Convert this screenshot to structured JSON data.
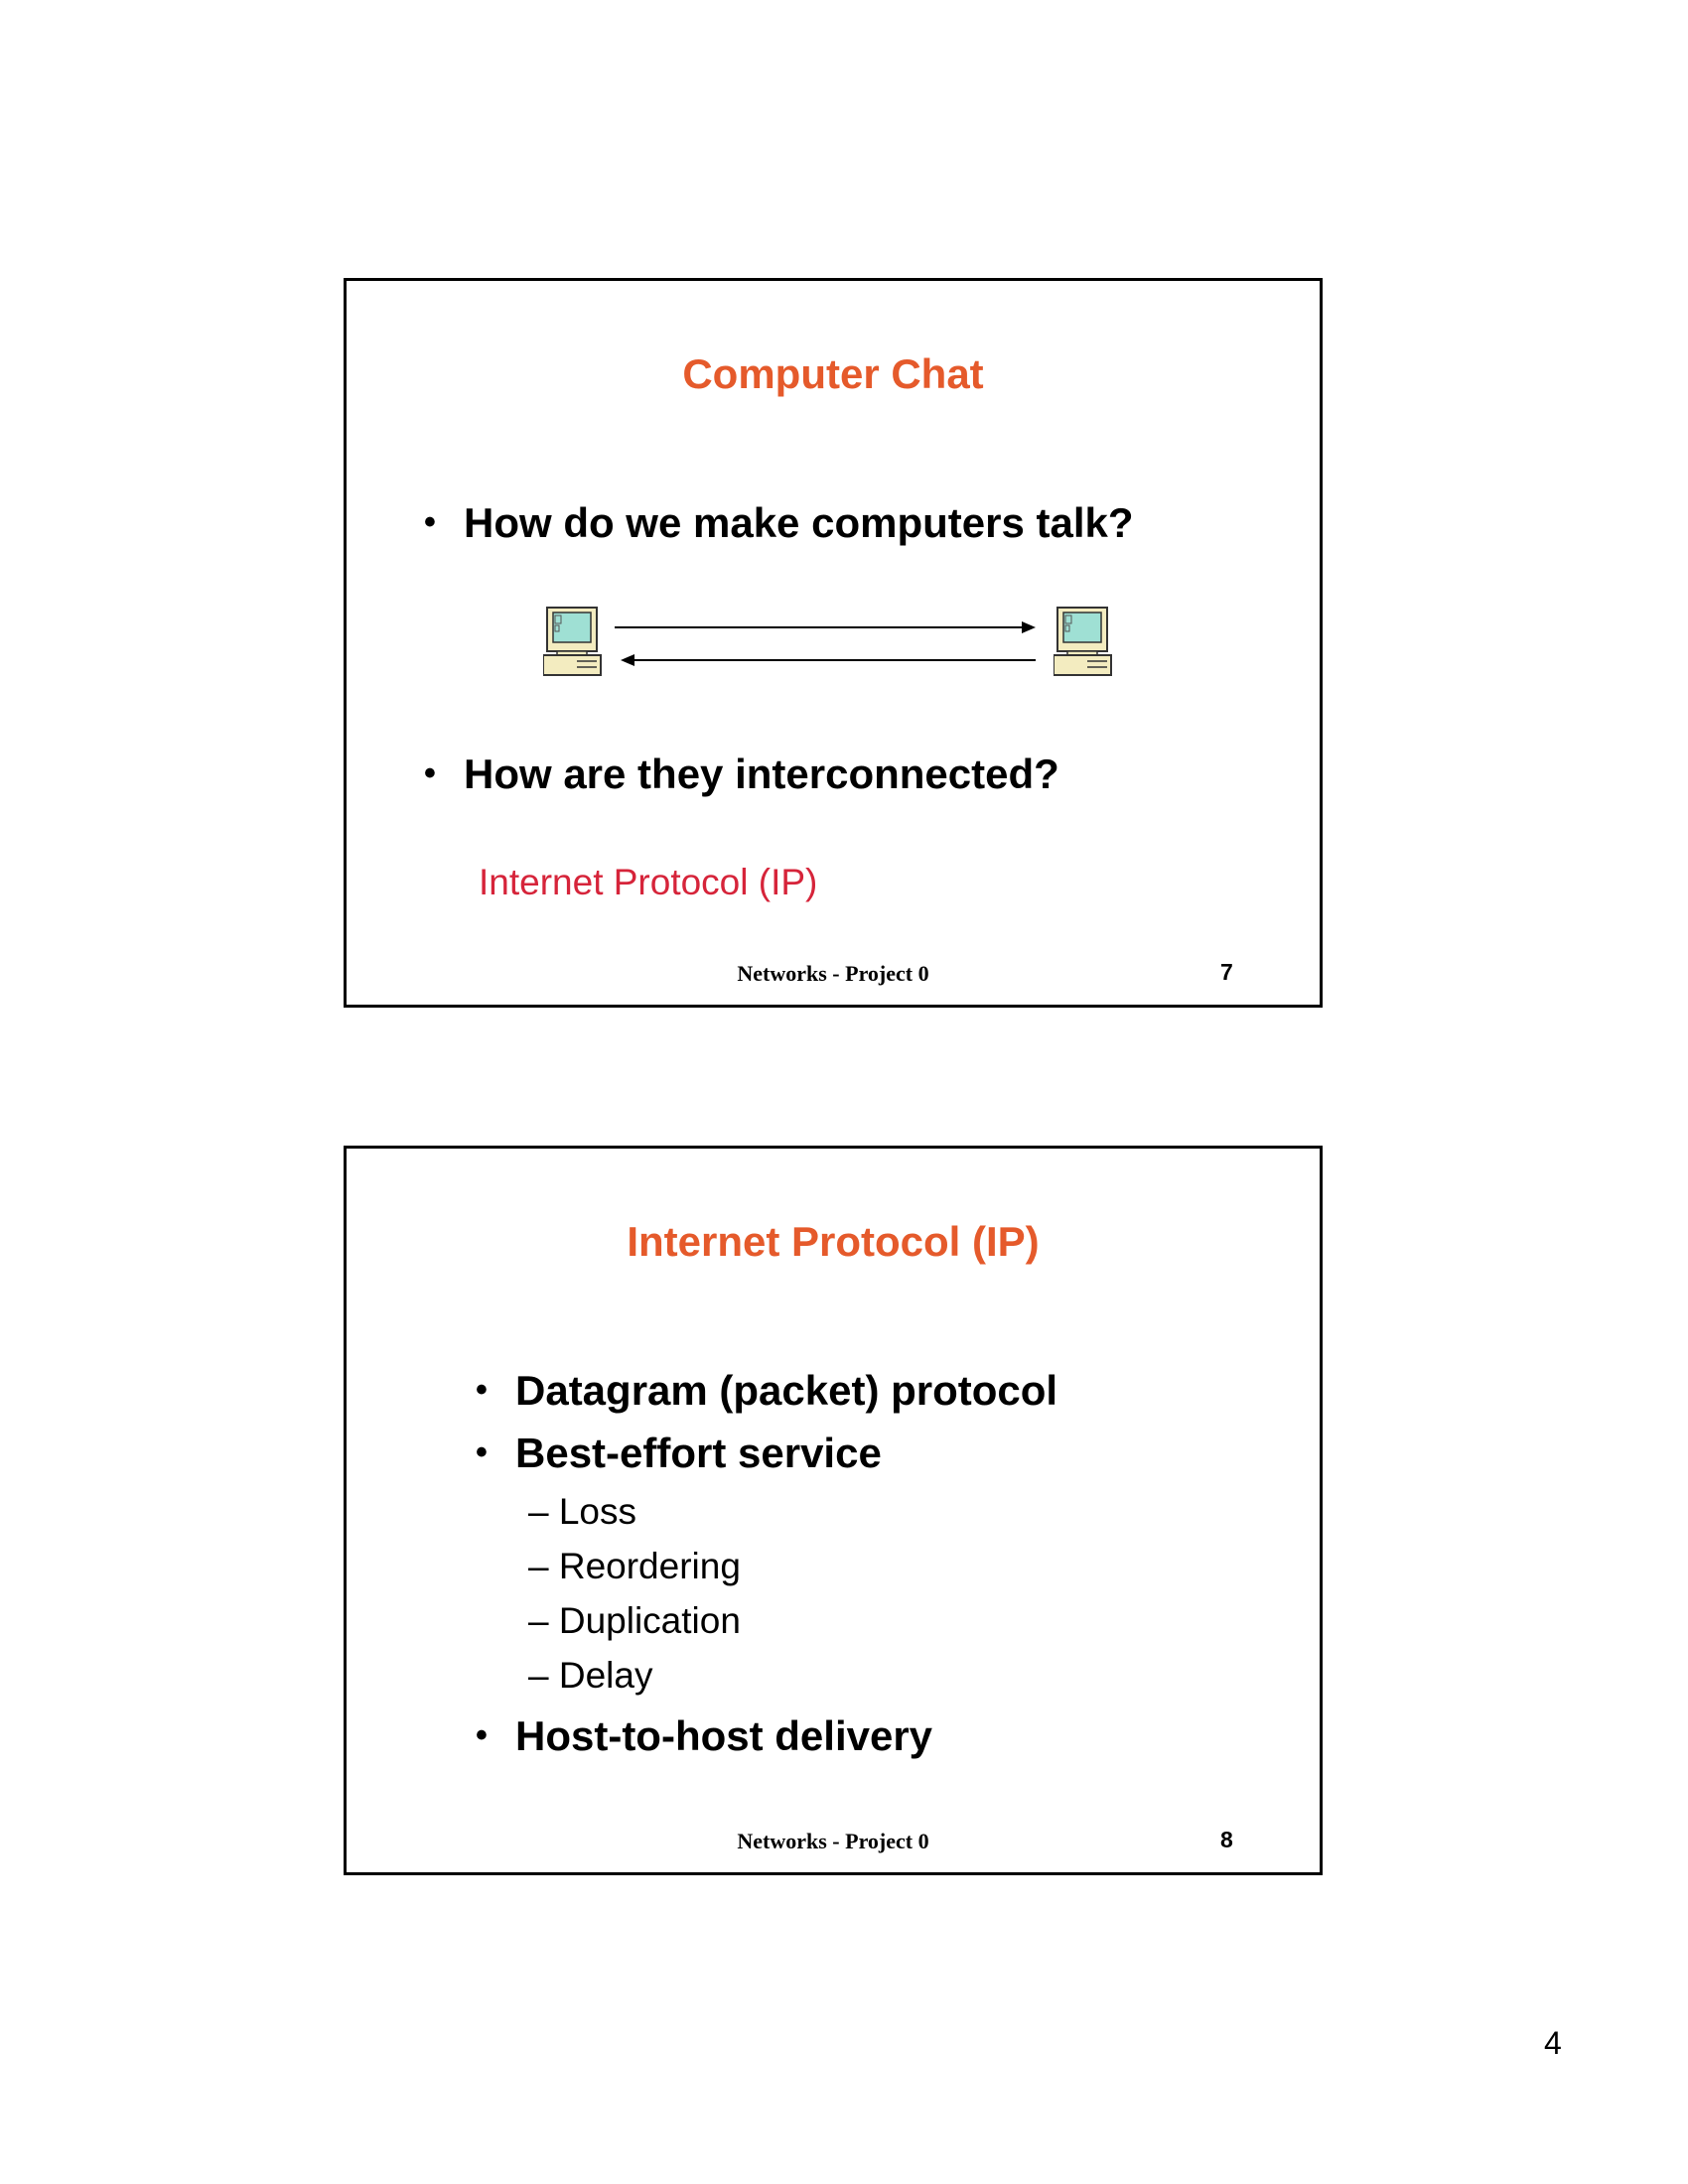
{
  "slides": [
    {
      "title": "Computer Chat",
      "bullets": [
        "How do we make computers talk?",
        "How are they interconnected?"
      ],
      "note": "Internet Protocol (IP)",
      "footer": "Networks - Project 0",
      "number": "7",
      "icons": [
        "computer-icon",
        "computer-icon",
        "two-way-arrows"
      ]
    },
    {
      "title": "Internet Protocol (IP)",
      "bullets": [
        "Datagram (packet) protocol",
        "Best-effort service",
        "Host-to-host delivery"
      ],
      "subitems": [
        "– Loss",
        "– Reordering",
        "– Duplication",
        "– Delay"
      ],
      "footer": "Networks - Project 0",
      "number": "8"
    }
  ],
  "page_number": "4",
  "colors": {
    "title": "#e55a2b",
    "note": "#d6243a"
  }
}
